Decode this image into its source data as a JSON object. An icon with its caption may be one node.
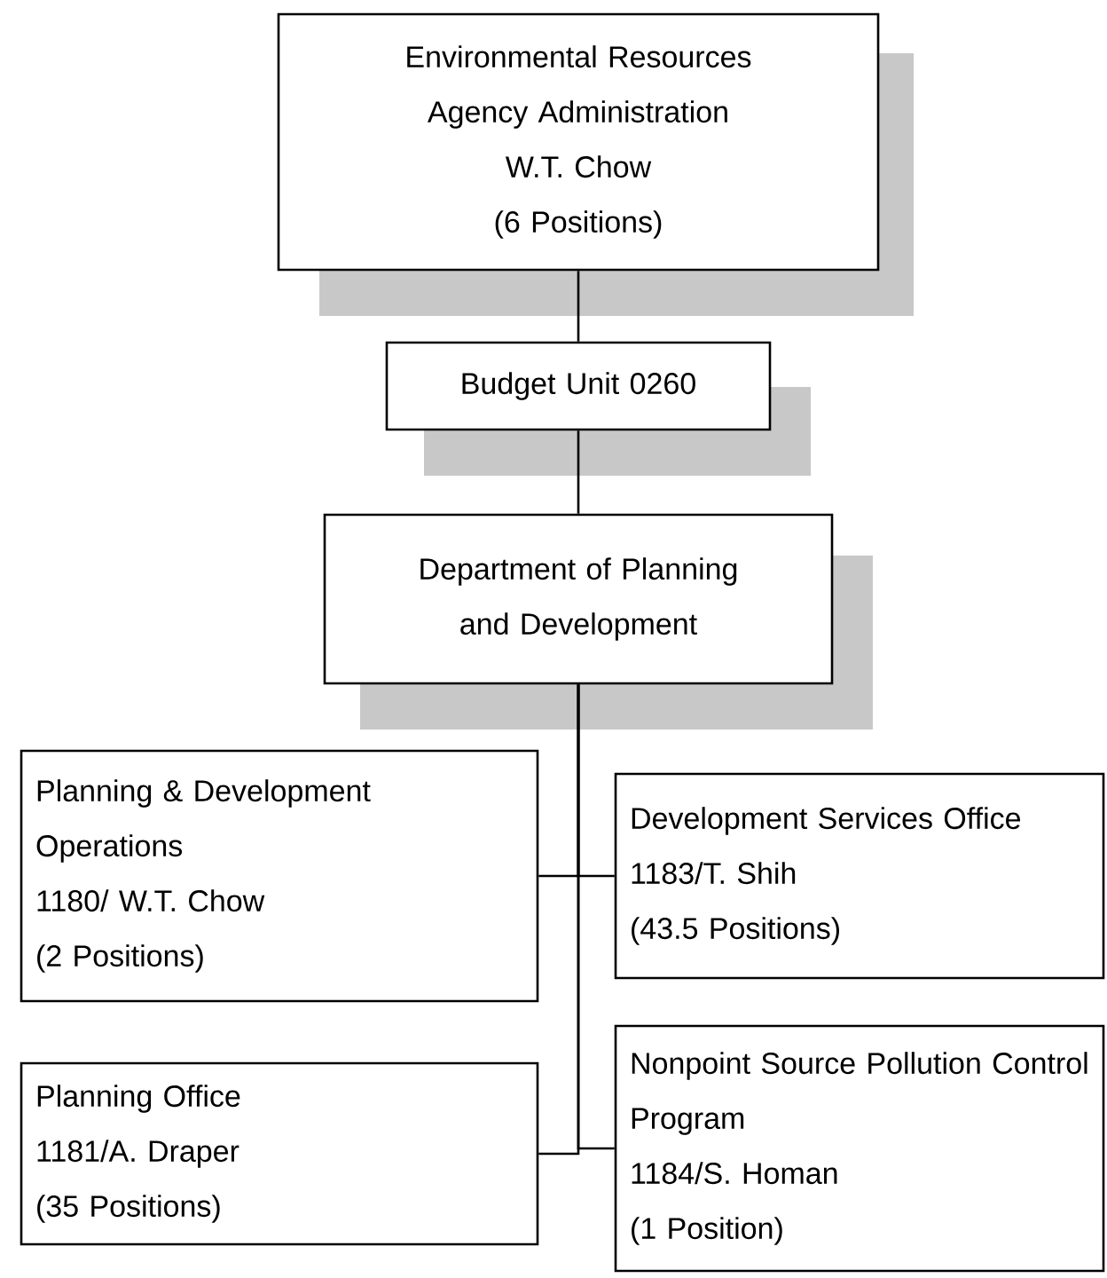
{
  "diagram": {
    "nodes": [
      {
        "text": [
          "Environmental Resources Agency Administration",
          "W.T. Chow",
          "(6 Positions)"
        ]
      },
      {
        "text": [
          "Budget Unit 0260"
        ]
      },
      {
        "text": [
          "Department of Planning and Development"
        ]
      },
      {
        "text": [
          "Planning & Development Operations",
          "1180/ W.T. Chow",
          "(2 Positions)"
        ]
      },
      {
        "text": [
          "Development Services Office",
          "1183/T. Shih",
          "(43.5 Positions)"
        ]
      },
      {
        "text": [
          "Planning Office",
          "1181/A. Draper",
          "(35 Positions)"
        ]
      },
      {
        "text": [
          "Nonpoint Source Pollution Control Program",
          "1184/S. Homan",
          "(1 Position)"
        ]
      }
    ],
    "edges": [
      {
        "from": 0,
        "to": 1,
        "arrow": "none"
      },
      {
        "from": 1,
        "to": 2,
        "arrow": "none"
      },
      {
        "from": 2,
        "to": 3,
        "arrow": "none"
      },
      {
        "from": 2,
        "to": 4,
        "arrow": "none"
      },
      {
        "from": 2,
        "to": 5,
        "arrow": "none"
      },
      {
        "from": 2,
        "to": 6,
        "arrow": "none"
      }
    ]
  }
}
